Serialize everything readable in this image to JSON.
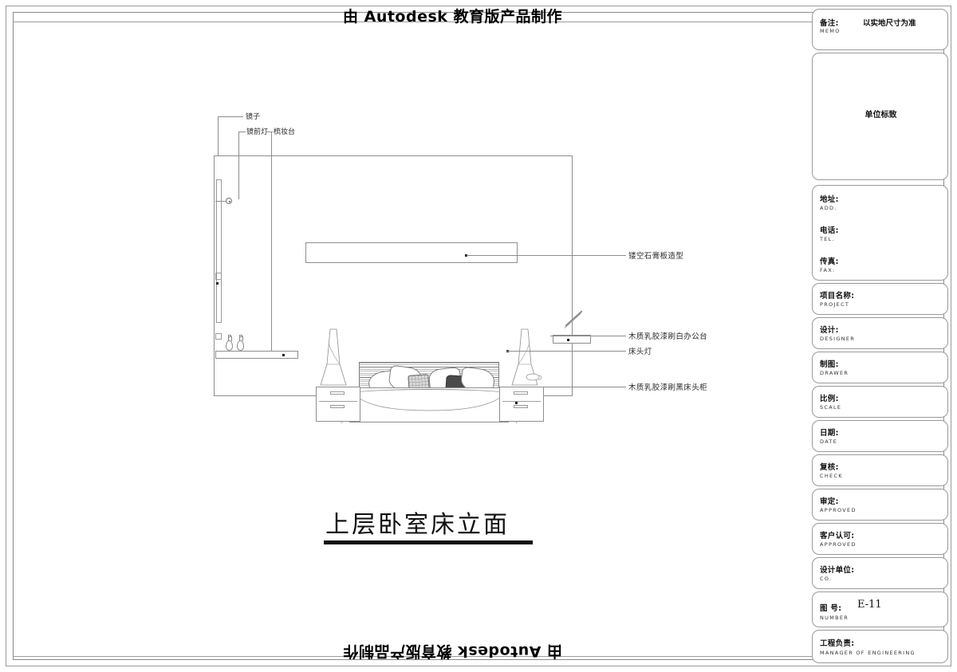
{
  "sheet": {
    "edu_banner_text": "由 Autodesk 教育版产品制作",
    "edu_banner_text_bottom": "由 Autodesk 教育版产品制作"
  },
  "drawing": {
    "title": "上层卧室床立面",
    "left_callouts": [
      {
        "label": "镜子"
      },
      {
        "label": "镜前灯"
      },
      {
        "label": "梳妆台"
      }
    ],
    "right_callouts": [
      {
        "label": "镂空石膏板造型"
      },
      {
        "label": "木质乳胶漆刷白办公台"
      },
      {
        "label": "床头灯"
      },
      {
        "label": "木质乳胶漆刷黑床头柜"
      }
    ]
  },
  "titleblock": {
    "memo": {
      "cn": "备注:",
      "en": "MEMO",
      "value": "以实地尺寸为准"
    },
    "logo": {
      "value": "单位标致"
    },
    "contact": {
      "address": {
        "cn": "地址:",
        "en": "ADD."
      },
      "tel": {
        "cn": "电话:",
        "en": "TEL."
      },
      "fax": {
        "cn": "传真:",
        "en": "FAX:"
      }
    },
    "fields": [
      {
        "cn": "项目名称:",
        "en": "PROJECT"
      },
      {
        "cn": "设计:",
        "en": "DESIGNER"
      },
      {
        "cn": "制图:",
        "en": "DRAWER"
      },
      {
        "cn": "比例:",
        "en": "SCALE"
      },
      {
        "cn": "日期:",
        "en": "DATE"
      },
      {
        "cn": "复核:",
        "en": "CHECK"
      },
      {
        "cn": "审定:",
        "en": "APPROVED"
      },
      {
        "cn": "客户认可:",
        "en": "APPROVED"
      },
      {
        "cn": "设计单位:",
        "en": "CO."
      }
    ],
    "number": {
      "cn": "图  号:",
      "en": "NUMBER",
      "value": "E-11"
    },
    "manager": {
      "cn": "工程负责:",
      "en": "MANAGER OF ENGINEERING"
    }
  }
}
